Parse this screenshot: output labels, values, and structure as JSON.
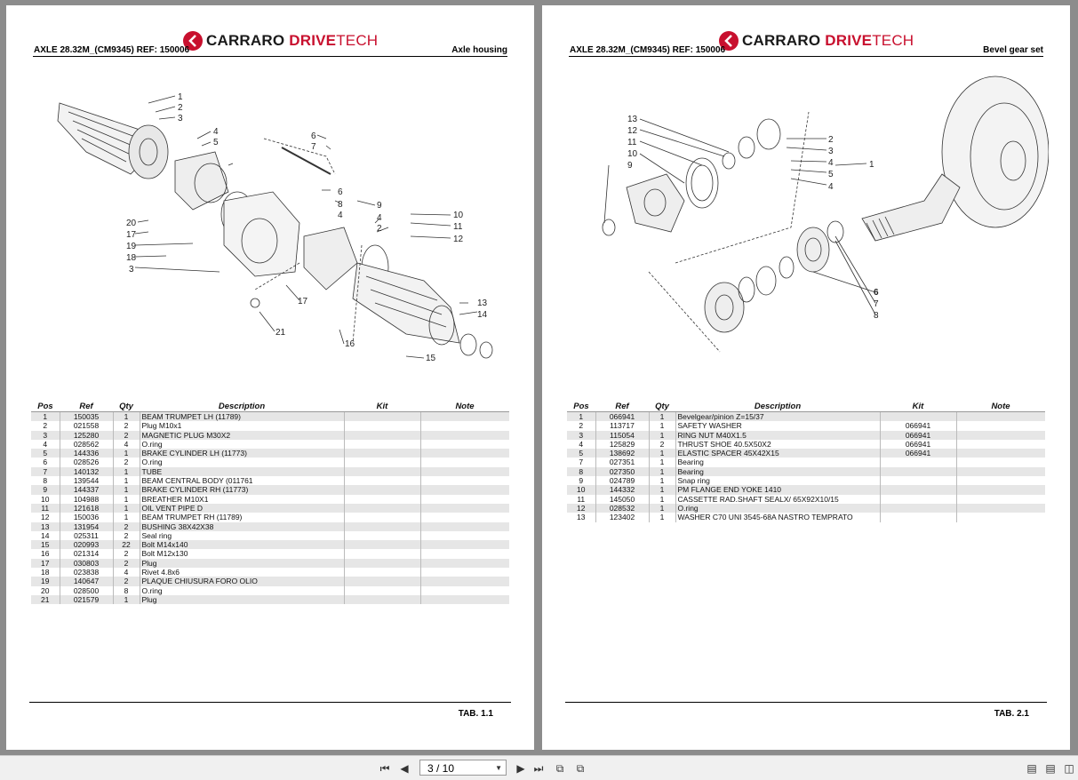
{
  "brand": {
    "name_part1": "CARRARO",
    "name_part2": "DRIVE",
    "name_part3": "TECH",
    "color": "#c8102e"
  },
  "pages": [
    {
      "header_left": "AXLE 28.32M_(CM9345) REF: 150006",
      "header_right": "Axle housing",
      "tab": "TAB. 1.1",
      "columns": [
        "Pos",
        "Ref",
        "Qty",
        "Description",
        "Kit",
        "Note"
      ],
      "rows": [
        [
          "1",
          "150035",
          "1",
          "BEAM TRUMPET LH (11789)",
          "",
          ""
        ],
        [
          "2",
          "021558",
          "2",
          "Plug M10x1",
          "",
          ""
        ],
        [
          "3",
          "125280",
          "2",
          "MAGNETIC PLUG M30X2",
          "",
          ""
        ],
        [
          "4",
          "028562",
          "4",
          "O.ring",
          "",
          ""
        ],
        [
          "5",
          "144336",
          "1",
          "BRAKE CYLINDER LH (11773)",
          "",
          ""
        ],
        [
          "6",
          "028526",
          "2",
          "O.ring",
          "",
          ""
        ],
        [
          "7",
          "140132",
          "1",
          "TUBE",
          "",
          ""
        ],
        [
          "8",
          "139544",
          "1",
          "BEAM CENTRAL BODY (011761",
          "",
          ""
        ],
        [
          "9",
          "144337",
          "1",
          "BRAKE CYLINDER RH (11773)",
          "",
          ""
        ],
        [
          "10",
          "104988",
          "1",
          "BREATHER M10X1",
          "",
          ""
        ],
        [
          "11",
          "121618",
          "1",
          "OIL VENT PIPE D",
          "",
          ""
        ],
        [
          "12",
          "150036",
          "1",
          "BEAM TRUMPET RH (11789)",
          "",
          ""
        ],
        [
          "13",
          "131954",
          "2",
          "BUSHING 38X42X38",
          "",
          ""
        ],
        [
          "14",
          "025311",
          "2",
          "Seal ring",
          "",
          ""
        ],
        [
          "15",
          "020993",
          "22",
          "Bolt M14x140",
          "",
          ""
        ],
        [
          "16",
          "021314",
          "2",
          "Bolt M12x130",
          "",
          ""
        ],
        [
          "17",
          "030803",
          "2",
          "Plug",
          "",
          ""
        ],
        [
          "18",
          "023838",
          "4",
          "Rivet 4.8x6",
          "",
          ""
        ],
        [
          "19",
          "140647",
          "2",
          "PLAQUE CHIUSURA FORO OLIO",
          "",
          ""
        ],
        [
          "20",
          "028500",
          "8",
          "O.ring",
          "",
          ""
        ],
        [
          "21",
          "021579",
          "1",
          "Plug",
          "",
          ""
        ]
      ],
      "callouts": [
        "1",
        "2",
        "3",
        "4",
        "5",
        "6",
        "7",
        "6",
        "8",
        "4",
        "9",
        "4",
        "2",
        "10",
        "11",
        "12",
        "20",
        "17",
        "19",
        "18",
        "3",
        "17",
        "21",
        "16",
        "15",
        "13",
        "14"
      ]
    },
    {
      "header_left": "AXLE 28.32M_(CM9345) REF: 150006",
      "header_right": "Bevel gear set",
      "tab": "TAB. 2.1",
      "columns": [
        "Pos",
        "Ref",
        "Qty",
        "Description",
        "Kit",
        "Note"
      ],
      "rows": [
        [
          "1",
          "066941",
          "1",
          "Bevelgear/pinion Z=15/37",
          "",
          ""
        ],
        [
          "2",
          "113717",
          "1",
          "SAFETY WASHER",
          "066941",
          ""
        ],
        [
          "3",
          "115054",
          "1",
          "RING NUT M40X1.5",
          "066941",
          ""
        ],
        [
          "4",
          "125829",
          "2",
          "THRUST SHOE 40.5X50X2",
          "066941",
          ""
        ],
        [
          "5",
          "138692",
          "1",
          "ELASTIC SPACER 45X42X15",
          "066941",
          ""
        ],
        [
          "7",
          "027351",
          "1",
          "Bearing",
          "",
          ""
        ],
        [
          "8",
          "027350",
          "1",
          "Bearing",
          "",
          ""
        ],
        [
          "9",
          "024789",
          "1",
          "Snap ring",
          "",
          ""
        ],
        [
          "10",
          "144332",
          "1",
          "PM FLANGE END YOKE 1410",
          "",
          ""
        ],
        [
          "11",
          "145050",
          "1",
          "CASSETTE RAD.SHAFT SEALX/ 65X92X10/15",
          "",
          ""
        ],
        [
          "12",
          "028532",
          "1",
          "O.ring",
          "",
          ""
        ],
        [
          "13",
          "123402",
          "1",
          "WASHER C70 UNI 3545-68A NASTRO TEMPRATO",
          "",
          ""
        ]
      ],
      "callouts": [
        "13",
        "12",
        "11",
        "10",
        "9",
        "2",
        "3",
        "4",
        "5",
        "4",
        "1",
        "6",
        "7",
        "8"
      ]
    }
  ],
  "toolbar": {
    "page_value": "3 / 10",
    "icons": [
      "first-page-icon",
      "prev-page-icon",
      "next-page-icon",
      "last-page-icon",
      "fit-page-icon",
      "fit-width-icon",
      "single-page-icon",
      "continuous-icon",
      "two-page-icon"
    ]
  }
}
